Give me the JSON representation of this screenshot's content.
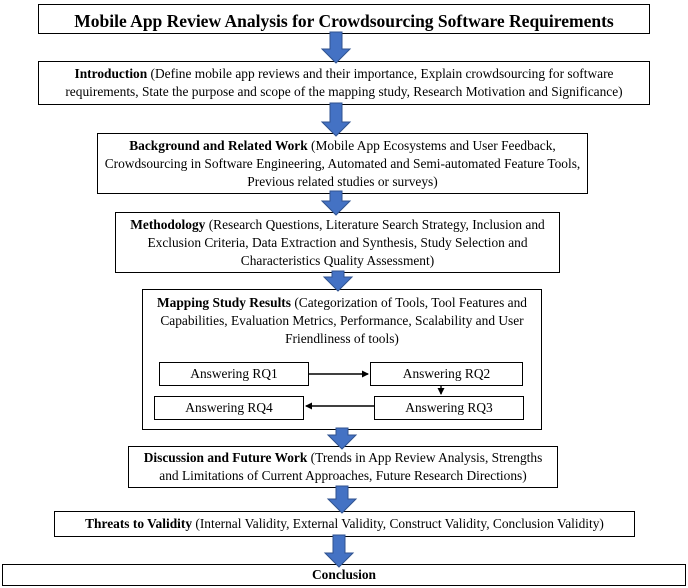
{
  "title": "Mobile App Review Analysis for Crowdsourcing Software Requirements",
  "sections": [
    {
      "heading": "Introduction",
      "body": " (Define mobile app reviews and their importance, Explain crowdsourcing for software requirements, State the purpose and scope of the mapping study, Research Motivation and Significance)"
    },
    {
      "heading": "Background and Related Work",
      "body": " (Mobile App Ecosystems and User Feedback, Crowdsourcing in Software Engineering, Automated and Semi-automated Feature Tools, Previous related studies or surveys)"
    },
    {
      "heading": "Methodology",
      "body": " (Research Questions, Literature Search Strategy, Inclusion and Exclusion Criteria, Data Extraction and Synthesis, Study Selection and Characteristics Quality Assessment)"
    },
    {
      "heading": "Mapping Study Results",
      "body": " (Categorization of Tools, Tool Features and Capabilities, Evaluation Metrics, Performance, Scalability and User Friendliness of tools)"
    },
    {
      "heading": "Discussion and Future Work",
      "body": " (Trends in App Review Analysis, Strengths and Limitations of Current Approaches, Future Research Directions)"
    },
    {
      "heading": "Threats to Validity",
      "body": " (Internal Validity, External Validity, Construct Validity, Conclusion Validity)"
    },
    {
      "heading": "Conclusion",
      "body": ""
    }
  ],
  "research_questions": [
    "Answering RQ1",
    "Answering RQ2",
    "Answering RQ3",
    "Answering RQ4"
  ],
  "colors": {
    "arrow_fill": "#4472C4",
    "arrow_stroke": "#2F528F",
    "border": "#000000"
  }
}
